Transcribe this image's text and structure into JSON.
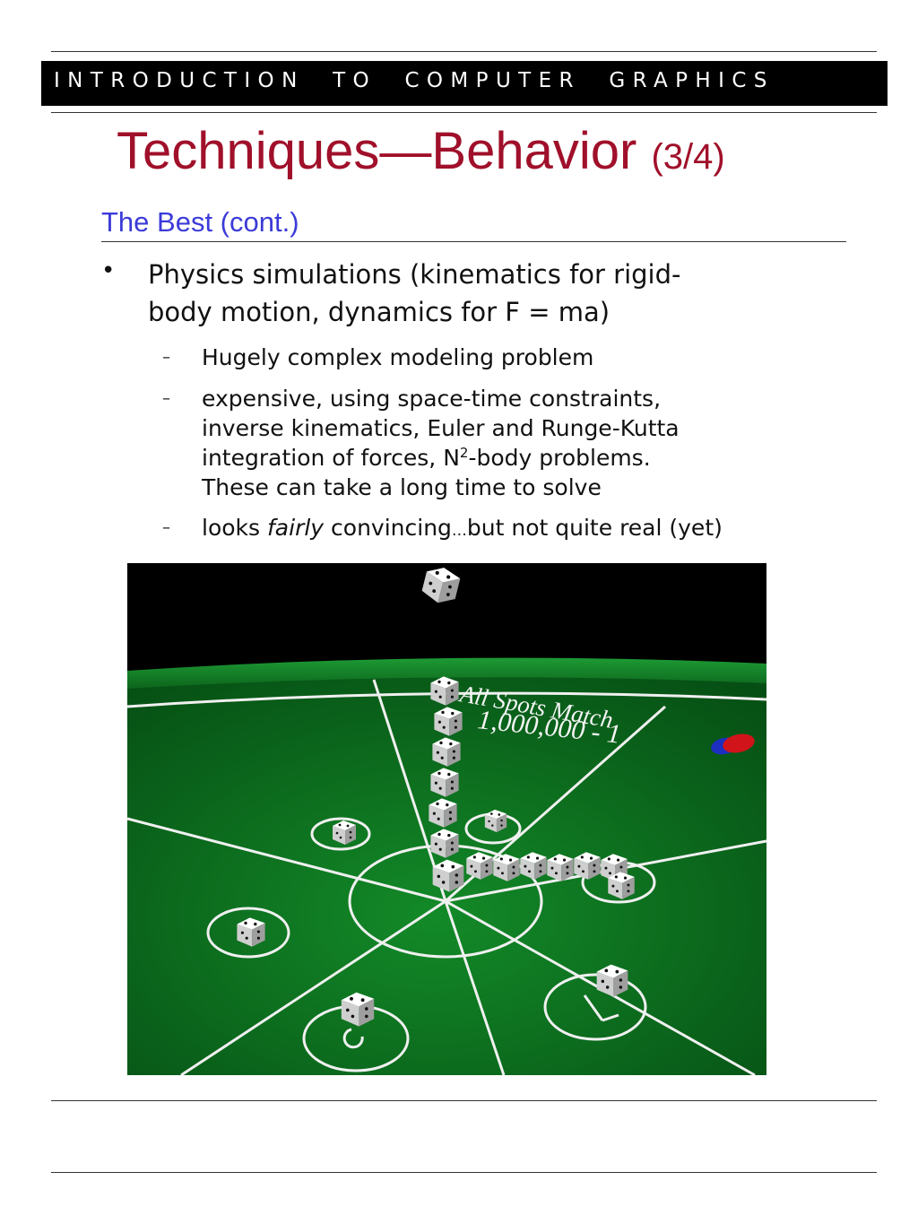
{
  "header": {
    "course": "INTRODUCTION  TO  COMPUTER  GRAPHICS"
  },
  "title": {
    "main": "Techniques—Behavior",
    "part": "(3/4)"
  },
  "subtitle": "The Best (cont.)",
  "bullet": {
    "line1": "Physics simulations (kinematics for rigid-",
    "line2": "body motion, dynamics for F = ma)"
  },
  "subbullets": {
    "s1": "Hugely complex modeling problem",
    "s2_l1": "expensive, using space-time constraints,",
    "s2_l2": "inverse kinematics, Euler and Runge-Kutta",
    "s2_l3a": "integration of forces, N",
    "s2_l3sup": "2",
    "s2_l3b": "-body problems.",
    "s2_l4": "These can take a long time to solve",
    "s3_a": "looks ",
    "s3_em": "fairly",
    "s3_b": " convincing",
    "s3_ellipsis": "…",
    "s3_c": "but not quite real (yet)"
  },
  "image": {
    "table_text_1": "All Spots Match",
    "table_text_2": "1,000,000 - 1",
    "colors": {
      "felt": "#0d6e1e",
      "felt_dark": "#064a12",
      "sky": "#000000",
      "lines": "#f2f2f2",
      "chip_red": "#d0141a",
      "chip_blue": "#1c2fbf"
    }
  }
}
